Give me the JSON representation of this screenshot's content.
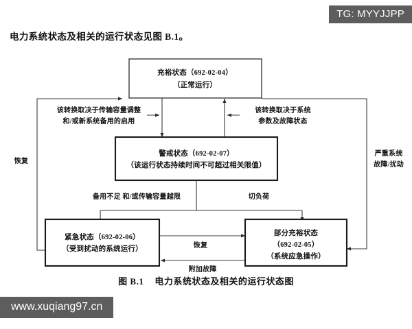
{
  "badge": {
    "label": "TG: MYYJJPP"
  },
  "watermark": {
    "label": "www.xuqiang97.cn"
  },
  "intro": {
    "text": "电力系统状态及相关的运行状态见图 B.1。"
  },
  "figure": {
    "caption_number": "图 B.1",
    "caption_title": "电力系统状态及相关的运行状态图"
  },
  "diagram": {
    "type": "state-transition-diagram",
    "nodes": [
      {
        "id": "adequate",
        "lines": [
          "充裕状态（692-02-04）",
          "（正常运行）"
        ],
        "line1": "充裕状态（692-02-04）",
        "line2": "（正常运行）"
      },
      {
        "id": "alert",
        "lines": [
          "警戒状态（692-02-07）",
          "（该运行状态持续时间不可超过相关限值）"
        ],
        "line1": "警戒状态（692-02-07）",
        "line2": "（该运行状态持续时间不可超过相关限值）"
      },
      {
        "id": "emergency",
        "lines": [
          "紧急状态（692-02-06）",
          "（受到扰动的系统运行）"
        ],
        "line1": "紧急状态（692-02-06）",
        "line2": "（受到扰动的系统运行）"
      },
      {
        "id": "partial",
        "lines": [
          "部分充裕状态",
          "（692-02-05）",
          "（系统应急操作）"
        ],
        "line1": "部分充裕状态",
        "line2": "（692-02-05）",
        "line3": "（系统应急操作）"
      }
    ],
    "edge_labels": {
      "adequate_to_alert_l1": "该转换取决于传输容量调整",
      "adequate_to_alert_l2": "和/或新系统备用的启用",
      "alert_to_adequate_l1": "该转换取决于系统",
      "alert_to_adequate_l2": "参数及故障状态",
      "alert_to_emergency": "备用不足 和/或传输容量越限",
      "alert_to_partial": "切负荷",
      "emergency_to_partial": "恢复",
      "partial_to_emergency": "附加故障",
      "left_restore": "恢复",
      "right_severe_l1": "严重系统",
      "right_severe_l2": "故障/扰动"
    },
    "colors": {
      "box_stroke": "#1a1a1a",
      "edge_stroke": "#3a3a3a",
      "box_fill": "#ffffff",
      "badge_bg": "#5d5d5d",
      "text": "#111111"
    }
  }
}
